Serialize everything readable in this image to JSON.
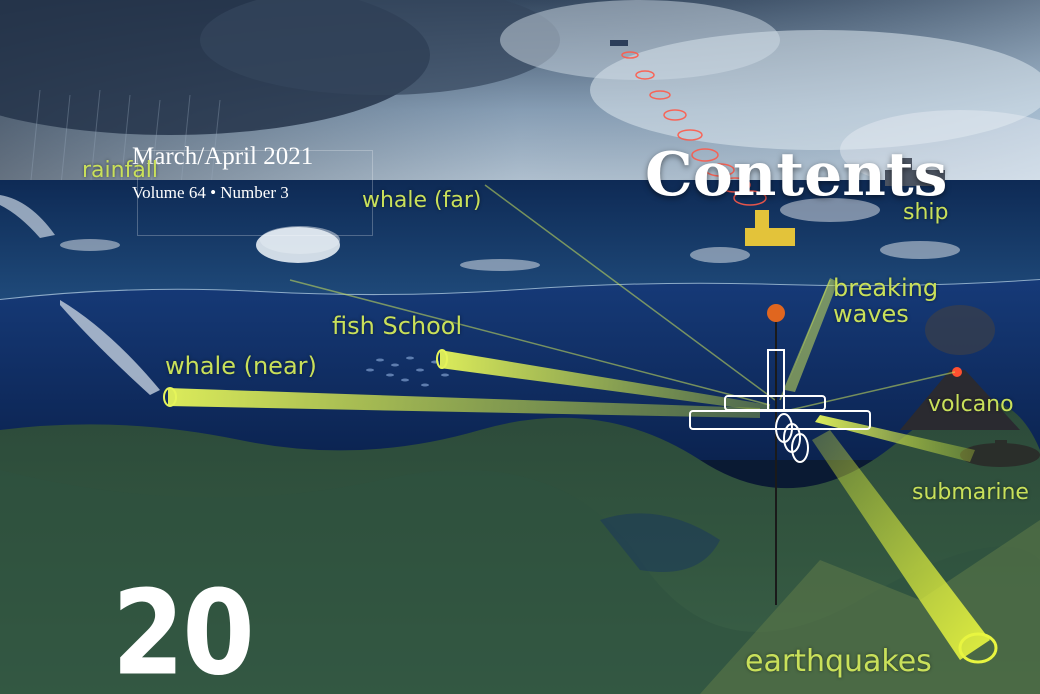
{
  "header": {
    "issue_date": "March/April 2021",
    "issue_volume": "Volume 64 • Number 3",
    "title": "Contents"
  },
  "page_number": "20",
  "illustration_labels": {
    "rainfall": "rainfall",
    "whale_far": "whale (far)",
    "ship": "ship",
    "breaking_waves_line1": "breaking",
    "breaking_waves_line2": "waves",
    "fish_school": "fish School",
    "whale_near": "whale (near)",
    "volcano": "volcano",
    "submarine": "submarine",
    "earthquakes": "earthquakes"
  },
  "colors": {
    "label": "#c9e05a",
    "beam": "#d8f04a",
    "radar": "#ff5a4a"
  }
}
